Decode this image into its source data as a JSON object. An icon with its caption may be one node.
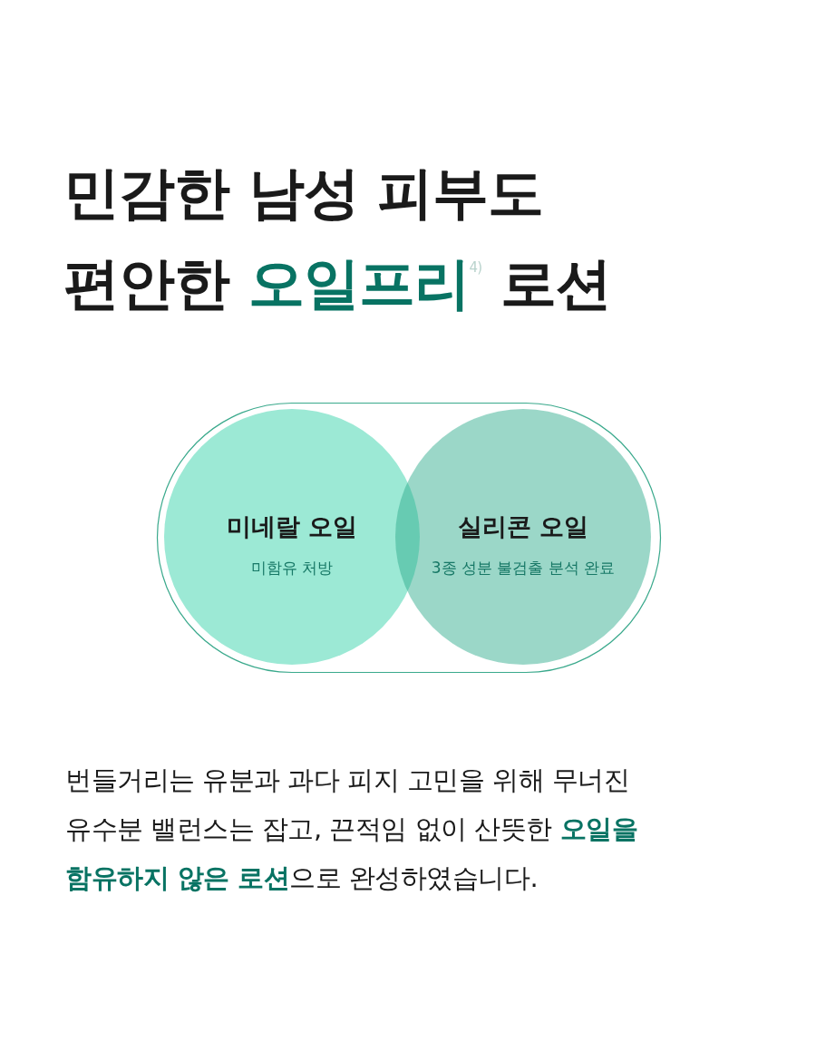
{
  "diagram": {
    "title": "민감한 남성 피부도 편안한 **오일프리**$^{4)}$ 로션",
    "nodes": [
      {
        "text": [],
        "shape": "box"
      },
      {
        "text": [
          "미네랄 오일",
          "미함유 처방"
        ],
        "in": 0
      },
      {
        "text": [
          "실리콘 오일",
          "3종 성분 불검출 분석 완료"
        ],
        "in": 0
      }
    ],
    "labels": [
      "번들거리는 유분과 과다 피지 고민을 위해 무너진 유수분 밸런스는 잡고, 끈적임 없이 산뜻한 **오일을 함유하지 않은 로션**으로 완성하였습니다."
    ]
  }
}
